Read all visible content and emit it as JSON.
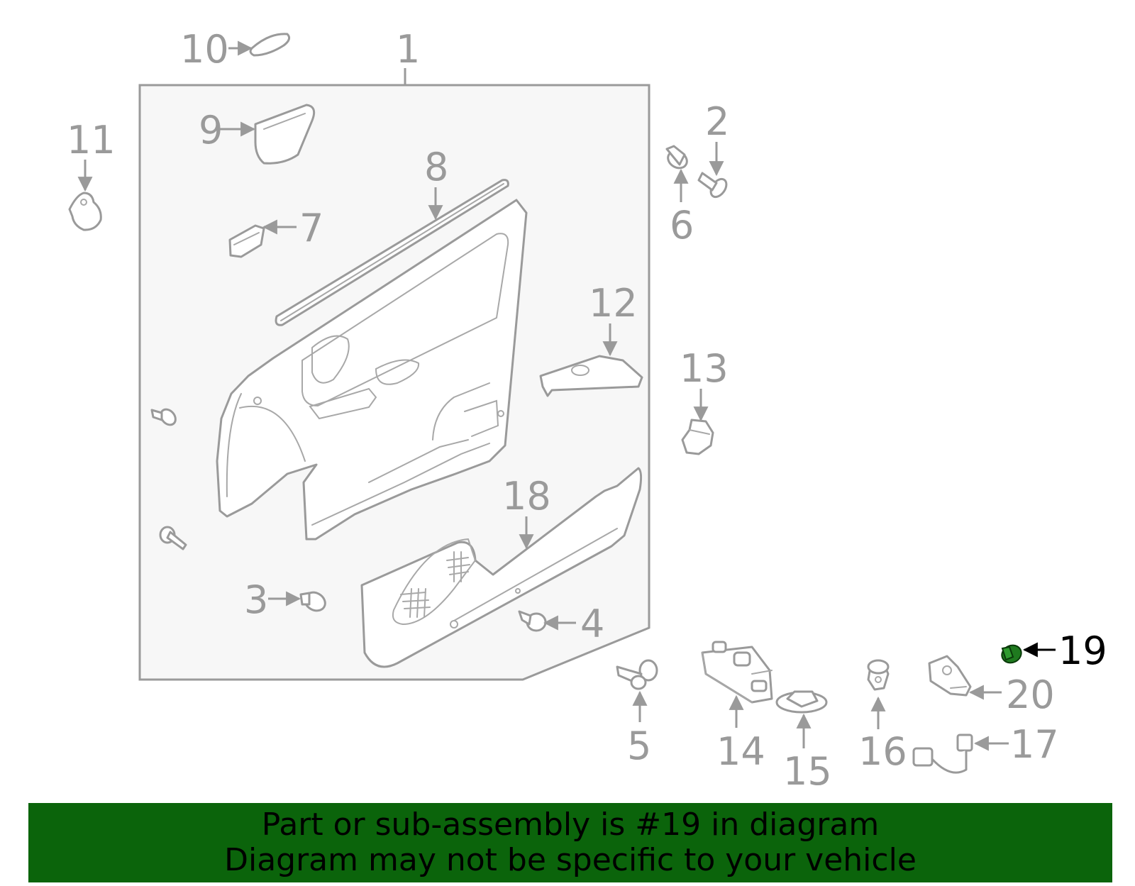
{
  "colors": {
    "banner_bg": "#0b640b",
    "banner_text": "#000000",
    "highlight_part": "#1f7a1f",
    "line_gray": "#9a9a9a"
  },
  "labels": {
    "l1": "1",
    "l2": "2",
    "l3": "3",
    "l4": "4",
    "l5": "5",
    "l6": "6",
    "l7": "7",
    "l8": "8",
    "l9": "9",
    "l10": "10",
    "l11": "11",
    "l12": "12",
    "l13": "13",
    "l14": "14",
    "l15": "15",
    "l16": "16",
    "l17": "17",
    "l18": "18",
    "l19": "19",
    "l20": "20"
  },
  "highlighted_part": "19",
  "banner": {
    "line1": "Part or sub-assembly is #19 in diagram",
    "line2": "Diagram may not be specific to your vehicle"
  }
}
